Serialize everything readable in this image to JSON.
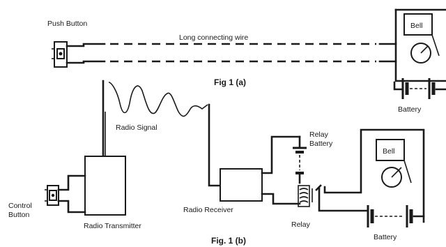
{
  "labels": {
    "push_button": "Push Button",
    "long_wire": "Long connecting wire",
    "bell_a": "Bell",
    "battery_a": "Battery",
    "fig_a": "Fig 1 (a)",
    "radio_signal": "Radio Signal",
    "relay_battery_1": "Relay",
    "relay_battery_2": "Battery",
    "bell_b": "Bell",
    "control_button_1": "Control",
    "control_button_2": "Button",
    "radio_transmitter": "Radio Transmitter",
    "radio_receiver": "Radio Receiver",
    "relay": "Relay",
    "battery_b": "Battery",
    "fig_b": "Fig. 1 (b)"
  }
}
